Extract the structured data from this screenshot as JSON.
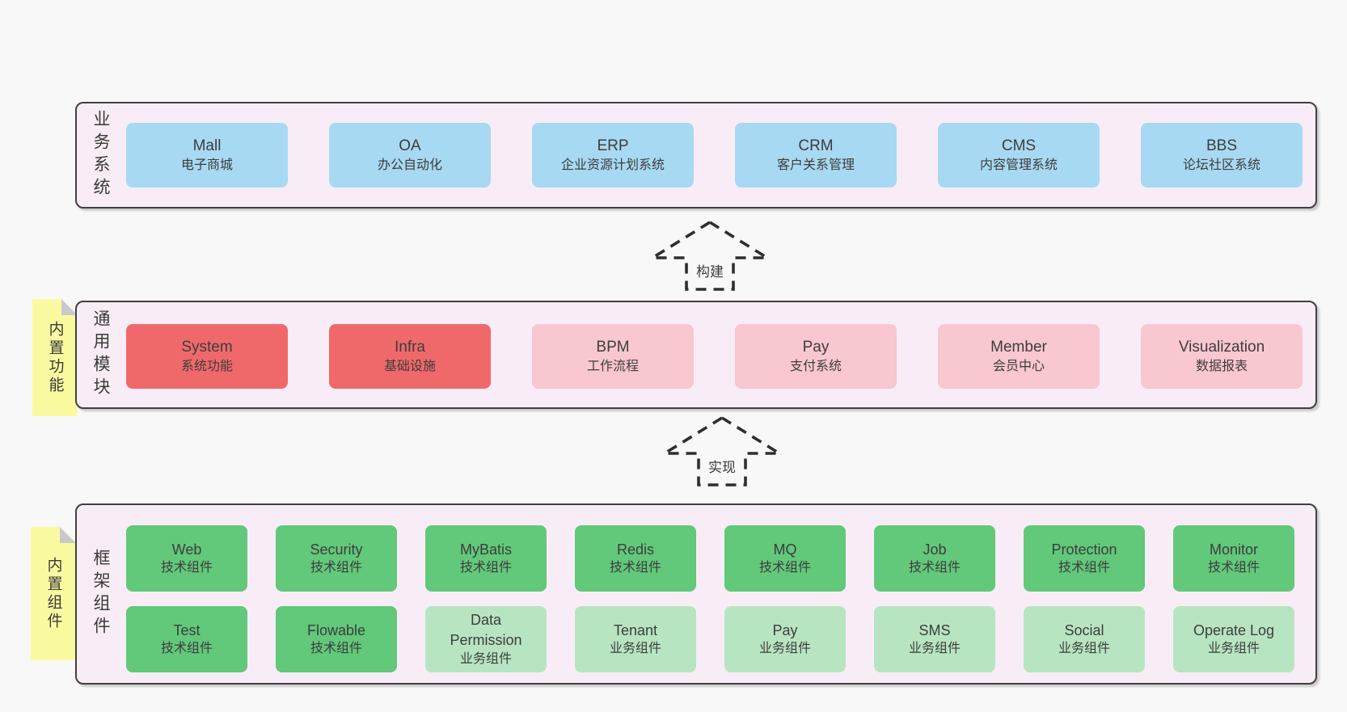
{
  "palette": {
    "page_background": "#f8f8f8",
    "band_background": "#f8edf6",
    "band_border": "#404040",
    "box_blue": "#a8d9f2",
    "box_red": "#f0696a",
    "box_pink": "#f9c7cf",
    "box_green_dark": "#62c87a",
    "box_green_light": "#b7e5c1",
    "note_yellow": "#fafba0",
    "note_fold_gray": "#c9c9c9",
    "text": "#3d3d3d"
  },
  "bands": [
    {
      "id": "business-systems",
      "label": "业务系统",
      "boxes": [
        {
          "name": "Mall",
          "desc": "电子商城",
          "variant": "blue"
        },
        {
          "name": "OA",
          "desc": "办公自动化",
          "variant": "blue"
        },
        {
          "name": "ERP",
          "desc": "企业资源计划系统",
          "variant": "blue"
        },
        {
          "name": "CRM",
          "desc": "客户关系管理",
          "variant": "blue"
        },
        {
          "name": "CMS",
          "desc": "内容管理系统",
          "variant": "blue"
        },
        {
          "name": "BBS",
          "desc": "论坛社区系统",
          "variant": "blue"
        }
      ]
    },
    {
      "id": "common-modules",
      "label": "通用模块",
      "note": "内置功能",
      "boxes": [
        {
          "name": "System",
          "desc": "系统功能",
          "variant": "red"
        },
        {
          "name": "Infra",
          "desc": "基础设施",
          "variant": "red"
        },
        {
          "name": "BPM",
          "desc": "工作流程",
          "variant": "pink"
        },
        {
          "name": "Pay",
          "desc": "支付系统",
          "variant": "pink"
        },
        {
          "name": "Member",
          "desc": "会员中心",
          "variant": "pink"
        },
        {
          "name": "Visualization",
          "desc": "数据报表",
          "variant": "pink"
        }
      ]
    },
    {
      "id": "framework-components",
      "label": "框架组件",
      "note": "内置组件",
      "boxes": [
        {
          "name": "Web",
          "desc": "技术组件",
          "variant": "green-dark"
        },
        {
          "name": "Security",
          "desc": "技术组件",
          "variant": "green-dark"
        },
        {
          "name": "MyBatis",
          "desc": "技术组件",
          "variant": "green-dark"
        },
        {
          "name": "Redis",
          "desc": "技术组件",
          "variant": "green-dark"
        },
        {
          "name": "MQ",
          "desc": "技术组件",
          "variant": "green-dark"
        },
        {
          "name": "Job",
          "desc": "技术组件",
          "variant": "green-dark"
        },
        {
          "name": "Protection",
          "desc": "技术组件",
          "variant": "green-dark"
        },
        {
          "name": "Monitor",
          "desc": "技术组件",
          "variant": "green-dark"
        },
        {
          "name": "Test",
          "desc": "技术组件",
          "variant": "green-dark"
        },
        {
          "name": "Flowable",
          "desc": "技术组件",
          "variant": "green-dark"
        },
        {
          "name": "Data Permission",
          "desc": "业务组件",
          "variant": "green-light"
        },
        {
          "name": "Tenant",
          "desc": "业务组件",
          "variant": "green-light"
        },
        {
          "name": "Pay",
          "desc": "业务组件",
          "variant": "green-light"
        },
        {
          "name": "SMS",
          "desc": "业务组件",
          "variant": "green-light"
        },
        {
          "name": "Social",
          "desc": "业务组件",
          "variant": "green-light"
        },
        {
          "name": "Operate Log",
          "desc": "业务组件",
          "variant": "green-light"
        }
      ]
    }
  ],
  "arrows": [
    {
      "label": "构建"
    },
    {
      "label": "实现"
    }
  ]
}
